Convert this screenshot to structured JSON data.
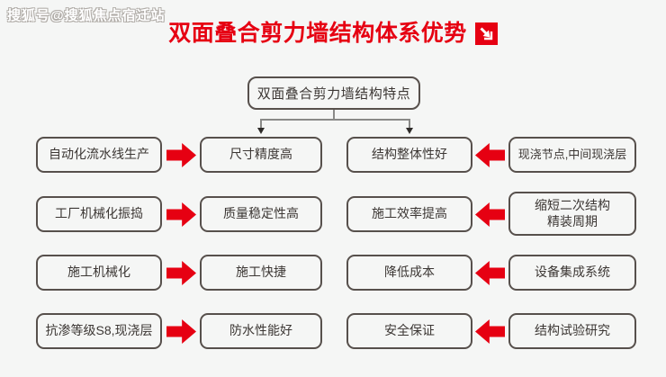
{
  "watermark": "搜狐号@搜狐焦点宿迁站",
  "title": {
    "text": "双面叠合剪力墙结构体系优势",
    "icon": "expand-corner-arrow-icon"
  },
  "root_box": "双面叠合剪力墙结构特点",
  "rows": [
    {
      "left_source": "自动化流水线生产",
      "left_result": "尺寸精度高",
      "right_result": "结构整体性好",
      "right_source": "现浇节点,中间现浇层"
    },
    {
      "left_source": "工厂机械化振捣",
      "left_result": "质量稳定性高",
      "right_result": "施工效率提高",
      "right_source": "缩短二次结构\n精装周期"
    },
    {
      "left_source": "施工机械化",
      "left_result": "施工快捷",
      "right_result": "降低成本",
      "right_source": "设备集成系统"
    },
    {
      "left_source": "抗渗等级S8,现浇层",
      "left_result": "防水性能好",
      "right_result": "安全保证",
      "right_source": "结构试验研究"
    }
  ],
  "colors": {
    "accent_red": "#e60012",
    "box_border": "#57504c",
    "background": "#f5f6f5",
    "text": "#3c3734"
  }
}
